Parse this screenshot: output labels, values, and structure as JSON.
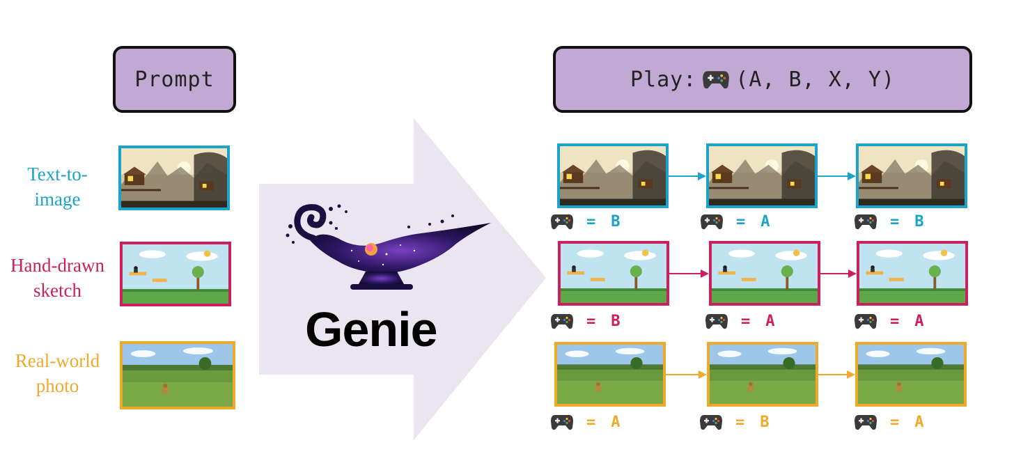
{
  "prompt_box": {
    "label": "Prompt"
  },
  "play_box": {
    "prefix": "Play:",
    "actions": "(A, B, X, Y)"
  },
  "model": {
    "name": "Genie"
  },
  "colors": {
    "text_to_image": "#1ba3c9",
    "hand_drawn": "#cc1f5e",
    "real_world": "#efa92c",
    "box_fill": "#c2a9d3",
    "arrow_fill": "#ebe4f1"
  },
  "rows": [
    {
      "source_line1": "Text-to-",
      "source_line2": "image",
      "actions": [
        "B",
        "A",
        "B"
      ]
    },
    {
      "source_line1": "Hand-drawn",
      "source_line2": "sketch",
      "actions": [
        "B",
        "A",
        "A"
      ]
    },
    {
      "source_line1": "Real-world",
      "source_line2": "photo",
      "actions": [
        "A",
        "B",
        "A"
      ]
    }
  ],
  "icons": [
    "gamepad-icon",
    "magic-lamp-icon",
    "right-arrow-icon"
  ]
}
